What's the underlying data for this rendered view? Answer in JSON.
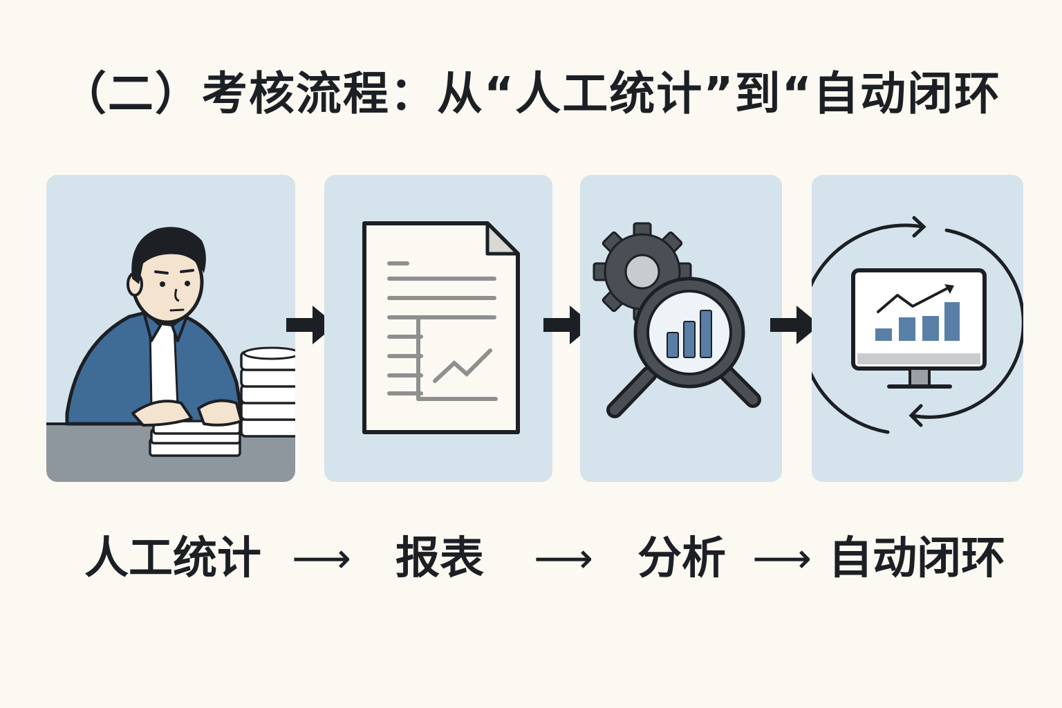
{
  "title": "（二）考核流程：从“人工统计”到“自动闭环",
  "steps": [
    {
      "label": "人工统计",
      "icon": "person-counting-papers-icon"
    },
    {
      "label": "报表",
      "icon": "report-document-icon"
    },
    {
      "label": "分析",
      "icon": "gear-magnifier-analysis-icon"
    },
    {
      "label": "自动闭环",
      "icon": "monitor-cycle-icon"
    }
  ],
  "flow_arrow": "⟶",
  "colors": {
    "background": "#fbf9f1",
    "panel": "#d5e3ec",
    "ink": "#1c1f24",
    "jacket": "#3f6b97",
    "bars": "#5a7fa6",
    "desk": "#8e979d"
  }
}
